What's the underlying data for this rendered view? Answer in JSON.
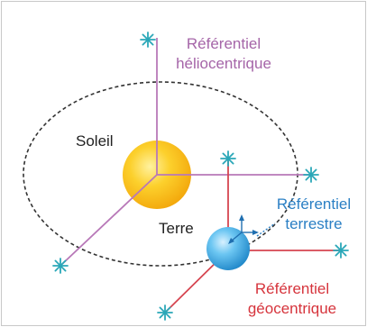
{
  "labels": {
    "heliocentric": {
      "line1": "Référentiel",
      "line2": "héliocentrique"
    },
    "sun": "Soleil",
    "earth": "Terre",
    "terrestrial": {
      "line1": "Référentiel",
      "line2": "terrestre"
    },
    "geocentric": {
      "line1": "Référentiel",
      "line2": "géocentrique"
    }
  },
  "colors": {
    "heliocentric_axes": "#b878b8",
    "heliocentric_text": "#a565a8",
    "geocentric_axes": "#d64550",
    "geocentric_text": "#d6343c",
    "terrestrial_text": "#2a7fc4",
    "star": "#2aa7b8",
    "sun": "#fcc21a",
    "earth": "#4fb8ec",
    "orbit": "#333333",
    "text": "#222222"
  },
  "icons": {
    "axis_end": "star-icon"
  }
}
